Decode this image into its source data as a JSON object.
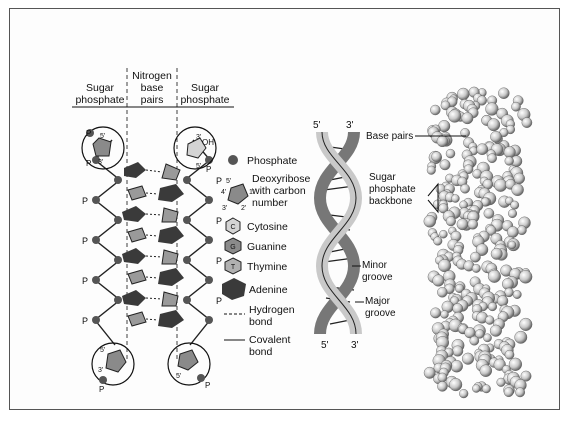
{
  "column_headers": {
    "sugar_phosphate_left": [
      "Sugar",
      "phosphate"
    ],
    "nitrogen_base_pairs": [
      "Nitrogen",
      "base",
      "pairs"
    ],
    "sugar_phosphate_right": [
      "Sugar",
      "phosphate"
    ]
  },
  "key_labels": {
    "phosphate": "Phosphate",
    "deoxyribose": [
      "Deoxyribose",
      "with carbon",
      "number"
    ],
    "cytosine": "Cytosine",
    "guanine": "Guanine",
    "thymine": "Thymine",
    "adenine": "Adenine",
    "hydrogen_bond": [
      "Hydrogen",
      "bond"
    ],
    "covalent_bond": [
      "Covalent",
      "bond"
    ]
  },
  "key_letters": {
    "cytosine": "C",
    "guanine": "G",
    "thymine": "T"
  },
  "carbon_numbers": {
    "five": "5'",
    "four": "4'",
    "three": "3'",
    "two": "2'",
    "one": "1'"
  },
  "strand_letters": {
    "phosphate": "P",
    "oh": "OH"
  },
  "helix_labels": {
    "top_left": "5'",
    "top_right": "3'",
    "bottom_left": "5'",
    "bottom_right": "3'",
    "minor_groove": [
      "Minor",
      "groove"
    ],
    "major_groove": [
      "Major",
      "groove"
    ]
  },
  "model_labels": {
    "base_pairs": "Base pairs",
    "backbone": [
      "Sugar",
      "phosphate",
      "backbone"
    ]
  },
  "colors": {
    "ink": "#111111",
    "grey_fill": "#8a8a8a",
    "dark_fill": "#3a3a3a",
    "light_fill": "#d4d4d4"
  }
}
